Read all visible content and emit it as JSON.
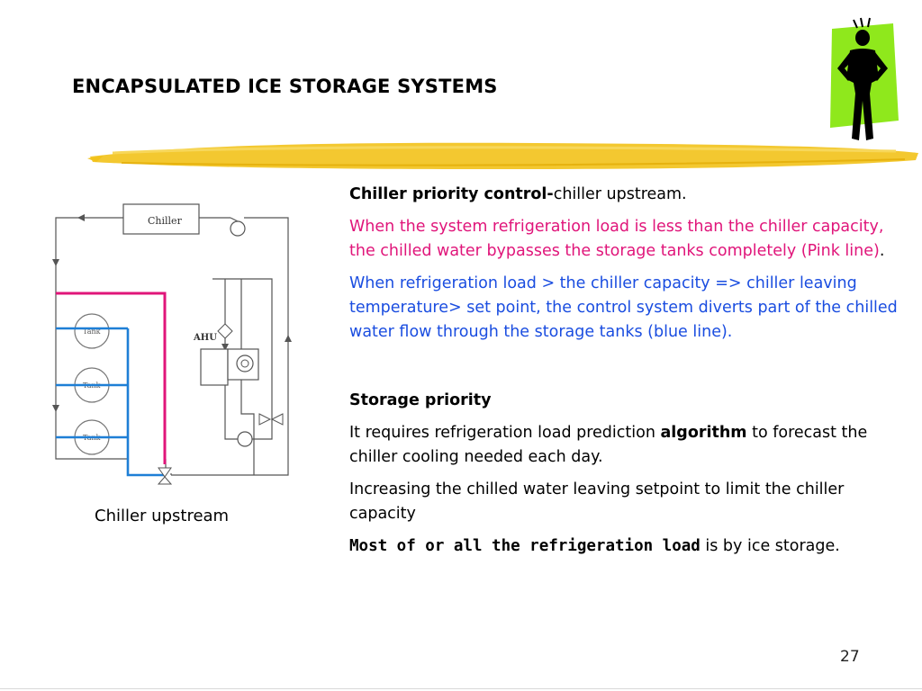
{
  "slide": {
    "title": "ENCAPSULATED ICE STORAGE SYSTEMS",
    "page_number": "27",
    "caption": "Chiller upstream"
  },
  "diagram": {
    "chiller_label": "Chiller",
    "ahu_label": "AHU",
    "tank_labels": [
      "Tank",
      "Tank",
      "Tank"
    ],
    "colors": {
      "bypass_line": "#e0157a",
      "tank_line": "#1e7fd6",
      "pipe": "#555555"
    }
  },
  "content": {
    "chiller_priority_heading": "Chiller priority control-",
    "chiller_priority_suffix": "chiller upstream.",
    "pink_paragraph": "When the system refrigeration load is less than the chiller capacity, the chilled water bypasses the storage tanks completely (Pink line)",
    "pink_paragraph_end": ".",
    "blue_paragraph": "When refrigeration load > the chiller capacity => chiller leaving temperature> set point, the control system diverts part of the chilled water flow through the storage tanks (blue line).",
    "storage_priority_heading": "Storage priority",
    "algorithm_pre": "It requires refrigeration load prediction ",
    "algorithm_word": "algorithm",
    "algorithm_post": " to forecast the chiller cooling needed each day.",
    "setpoint_paragraph": "Increasing the chilled water leaving setpoint to limit the chiller capacity",
    "last_bold": "Most of or all the refrigeration load",
    "last_rest": " is by ice storage."
  },
  "colors": {
    "pink_text": "#e0157a",
    "blue_text": "#1a4de0",
    "brush": "#f2c21a",
    "figure_bg": "#8fe81c"
  },
  "icons": [
    "brush-stroke-divider",
    "stressed-man-icon"
  ]
}
